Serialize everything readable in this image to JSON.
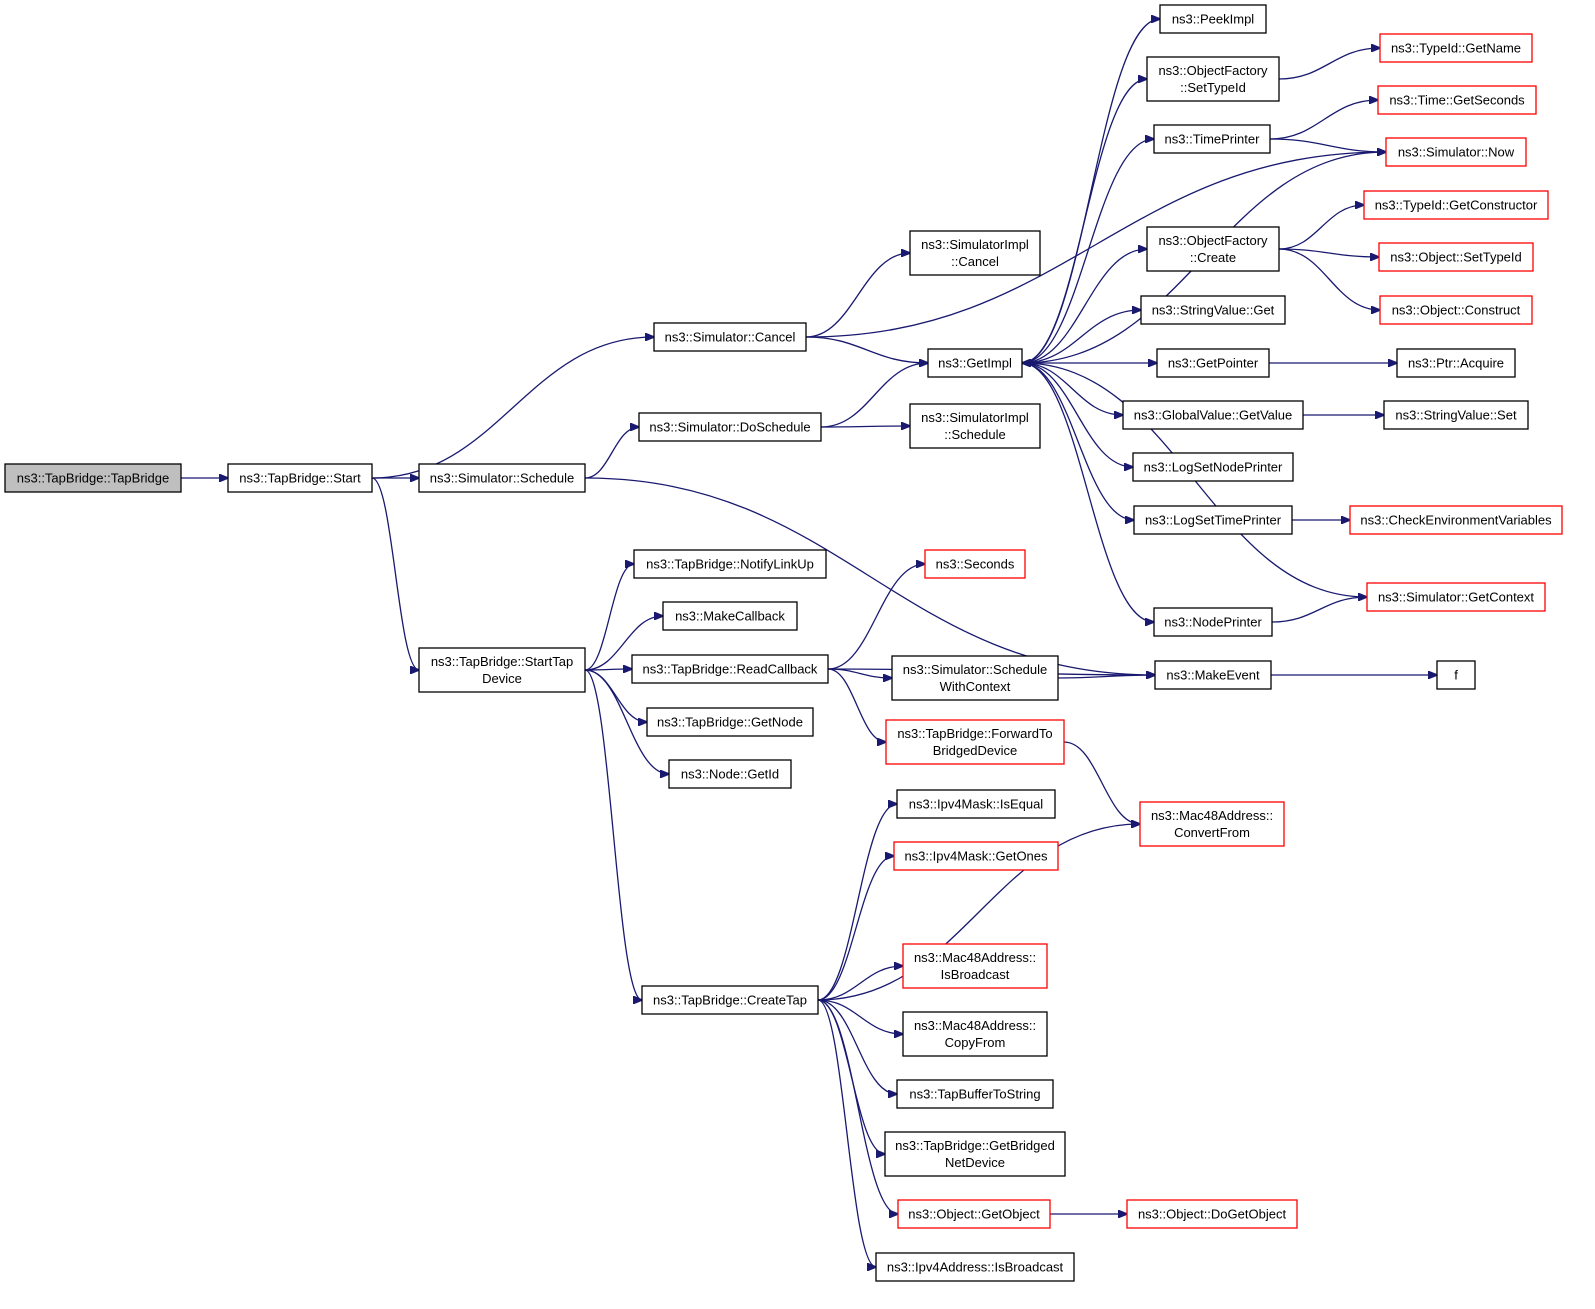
{
  "nodes": [
    {
      "id": "tapbridge_ctor",
      "lines": [
        "ns3::TapBridge::TapBridge"
      ],
      "style": "root"
    },
    {
      "id": "tapbridge_start",
      "lines": [
        "ns3::TapBridge::Start"
      ],
      "style": "black"
    },
    {
      "id": "simulator_schedule",
      "lines": [
        "ns3::Simulator::Schedule"
      ],
      "style": "black"
    },
    {
      "id": "starttapdevice",
      "lines": [
        "ns3::TapBridge::StartTap",
        "Device"
      ],
      "style": "black"
    },
    {
      "id": "simulator_cancel",
      "lines": [
        "ns3::Simulator::Cancel"
      ],
      "style": "black"
    },
    {
      "id": "simulator_doschedule",
      "lines": [
        "ns3::Simulator::DoSchedule"
      ],
      "style": "black"
    },
    {
      "id": "notifylinkup",
      "lines": [
        "ns3::TapBridge::NotifyLinkUp"
      ],
      "style": "black"
    },
    {
      "id": "makecallback",
      "lines": [
        "ns3::MakeCallback"
      ],
      "style": "black"
    },
    {
      "id": "readcallback",
      "lines": [
        "ns3::TapBridge::ReadCallback"
      ],
      "style": "black"
    },
    {
      "id": "getnode",
      "lines": [
        "ns3::TapBridge::GetNode"
      ],
      "style": "black"
    },
    {
      "id": "node_getid",
      "lines": [
        "ns3::Node::GetId"
      ],
      "style": "black"
    },
    {
      "id": "createtap",
      "lines": [
        "ns3::TapBridge::CreateTap"
      ],
      "style": "black"
    },
    {
      "id": "simimpl_cancel",
      "lines": [
        "ns3::SimulatorImpl",
        "::Cancel"
      ],
      "style": "black"
    },
    {
      "id": "getimpl",
      "lines": [
        "ns3::GetImpl"
      ],
      "style": "black"
    },
    {
      "id": "simimpl_schedule",
      "lines": [
        "ns3::SimulatorImpl",
        "::Schedule"
      ],
      "style": "black"
    },
    {
      "id": "seconds",
      "lines": [
        "ns3::Seconds"
      ],
      "style": "red"
    },
    {
      "id": "schedulewithcontext",
      "lines": [
        "ns3::Simulator::Schedule",
        "WithContext"
      ],
      "style": "black"
    },
    {
      "id": "forwardtobridged",
      "lines": [
        "ns3::TapBridge::ForwardTo",
        "BridgedDevice"
      ],
      "style": "red"
    },
    {
      "id": "ipv4mask_isequal",
      "lines": [
        "ns3::Ipv4Mask::IsEqual"
      ],
      "style": "black"
    },
    {
      "id": "ipv4mask_getones",
      "lines": [
        "ns3::Ipv4Mask::GetOnes"
      ],
      "style": "red"
    },
    {
      "id": "mac48_isbroadcast",
      "lines": [
        "ns3::Mac48Address::",
        "IsBroadcast"
      ],
      "style": "red"
    },
    {
      "id": "mac48_copyfrom",
      "lines": [
        "ns3::Mac48Address::",
        "CopyFrom"
      ],
      "style": "black"
    },
    {
      "id": "tapbuffertostring",
      "lines": [
        "ns3::TapBufferToString"
      ],
      "style": "black"
    },
    {
      "id": "getbridgednetdevice",
      "lines": [
        "ns3::TapBridge::GetBridged",
        "NetDevice"
      ],
      "style": "black"
    },
    {
      "id": "object_getobject",
      "lines": [
        "ns3::Object::GetObject"
      ],
      "style": "red"
    },
    {
      "id": "ipv4addr_isbroadcast",
      "lines": [
        "ns3::Ipv4Address::IsBroadcast"
      ],
      "style": "black"
    },
    {
      "id": "peekimpl",
      "lines": [
        "ns3::PeekImpl"
      ],
      "style": "black"
    },
    {
      "id": "objfactory_settypeid",
      "lines": [
        "ns3::ObjectFactory",
        "::SetTypeId"
      ],
      "style": "black"
    },
    {
      "id": "timeprinter",
      "lines": [
        "ns3::TimePrinter"
      ],
      "style": "black"
    },
    {
      "id": "objfactory_create",
      "lines": [
        "ns3::ObjectFactory",
        "::Create"
      ],
      "style": "black"
    },
    {
      "id": "stringvalue_get",
      "lines": [
        "ns3::StringValue::Get"
      ],
      "style": "black"
    },
    {
      "id": "getpointer",
      "lines": [
        "ns3::GetPointer"
      ],
      "style": "black"
    },
    {
      "id": "globalvalue_getvalue",
      "lines": [
        "ns3::GlobalValue::GetValue"
      ],
      "style": "black"
    },
    {
      "id": "logsetnodeprinter",
      "lines": [
        "ns3::LogSetNodePrinter"
      ],
      "style": "black"
    },
    {
      "id": "logsettimeprinter",
      "lines": [
        "ns3::LogSetTimePrinter"
      ],
      "style": "black"
    },
    {
      "id": "nodeprinter",
      "lines": [
        "ns3::NodePrinter"
      ],
      "style": "black"
    },
    {
      "id": "makeevent",
      "lines": [
        "ns3::MakeEvent"
      ],
      "style": "black"
    },
    {
      "id": "mac48_convertfrom",
      "lines": [
        "ns3::Mac48Address::",
        "ConvertFrom"
      ],
      "style": "red"
    },
    {
      "id": "object_dogetobject",
      "lines": [
        "ns3::Object::DoGetObject"
      ],
      "style": "red"
    },
    {
      "id": "typeid_getname",
      "lines": [
        "ns3::TypeId::GetName"
      ],
      "style": "red"
    },
    {
      "id": "time_getseconds",
      "lines": [
        "ns3::Time::GetSeconds"
      ],
      "style": "red"
    },
    {
      "id": "simulator_now",
      "lines": [
        "ns3::Simulator::Now"
      ],
      "style": "red"
    },
    {
      "id": "typeid_getconstructor",
      "lines": [
        "ns3::TypeId::GetConstructor"
      ],
      "style": "red"
    },
    {
      "id": "object_settypeid",
      "lines": [
        "ns3::Object::SetTypeId"
      ],
      "style": "red"
    },
    {
      "id": "object_construct",
      "lines": [
        "ns3::Object::Construct"
      ],
      "style": "red"
    },
    {
      "id": "ptr_acquire",
      "lines": [
        "ns3::Ptr::Acquire"
      ],
      "style": "black"
    },
    {
      "id": "stringvalue_set",
      "lines": [
        "ns3::StringValue::Set"
      ],
      "style": "black"
    },
    {
      "id": "checkenvvars",
      "lines": [
        "ns3::CheckEnvironmentVariables"
      ],
      "style": "red"
    },
    {
      "id": "simulator_getcontext",
      "lines": [
        "ns3::Simulator::GetContext"
      ],
      "style": "red"
    },
    {
      "id": "f",
      "lines": [
        "f"
      ],
      "style": "black"
    }
  ],
  "edges": [
    [
      "tapbridge_ctor",
      "tapbridge_start"
    ],
    [
      "tapbridge_start",
      "simulator_cancel"
    ],
    [
      "tapbridge_start",
      "simulator_schedule"
    ],
    [
      "tapbridge_start",
      "starttapdevice"
    ],
    [
      "simulator_cancel",
      "simimpl_cancel"
    ],
    [
      "simulator_cancel",
      "getimpl"
    ],
    [
      "simulator_cancel",
      "simulator_now"
    ],
    [
      "simulator_schedule",
      "simulator_doschedule"
    ],
    [
      "simulator_schedule",
      "makeevent"
    ],
    [
      "simulator_doschedule",
      "getimpl"
    ],
    [
      "simulator_doschedule",
      "simimpl_schedule"
    ],
    [
      "starttapdevice",
      "notifylinkup"
    ],
    [
      "starttapdevice",
      "makecallback"
    ],
    [
      "starttapdevice",
      "readcallback"
    ],
    [
      "starttapdevice",
      "getnode"
    ],
    [
      "starttapdevice",
      "node_getid"
    ],
    [
      "starttapdevice",
      "createtap"
    ],
    [
      "readcallback",
      "seconds"
    ],
    [
      "readcallback",
      "makeevent"
    ],
    [
      "readcallback",
      "schedulewithcontext"
    ],
    [
      "readcallback",
      "forwardtobridged"
    ],
    [
      "schedulewithcontext",
      "makeevent"
    ],
    [
      "forwardtobridged",
      "mac48_convertfrom"
    ],
    [
      "createtap",
      "ipv4mask_isequal"
    ],
    [
      "createtap",
      "ipv4mask_getones"
    ],
    [
      "createtap",
      "mac48_convertfrom"
    ],
    [
      "createtap",
      "mac48_isbroadcast"
    ],
    [
      "createtap",
      "mac48_copyfrom"
    ],
    [
      "createtap",
      "tapbuffertostring"
    ],
    [
      "createtap",
      "getbridgednetdevice"
    ],
    [
      "createtap",
      "object_getobject"
    ],
    [
      "createtap",
      "ipv4addr_isbroadcast"
    ],
    [
      "object_getobject",
      "object_dogetobject"
    ],
    [
      "getimpl",
      "peekimpl"
    ],
    [
      "getimpl",
      "objfactory_settypeid"
    ],
    [
      "getimpl",
      "timeprinter"
    ],
    [
      "getimpl",
      "objfactory_create"
    ],
    [
      "getimpl",
      "stringvalue_get"
    ],
    [
      "getimpl",
      "getpointer"
    ],
    [
      "getimpl",
      "globalvalue_getvalue"
    ],
    [
      "getimpl",
      "logsetnodeprinter"
    ],
    [
      "getimpl",
      "logsettimeprinter"
    ],
    [
      "getimpl",
      "nodeprinter"
    ],
    [
      "objfactory_settypeid",
      "typeid_getname"
    ],
    [
      "timeprinter",
      "time_getseconds"
    ],
    [
      "timeprinter",
      "simulator_now"
    ],
    [
      "objfactory_create",
      "typeid_getconstructor"
    ],
    [
      "objfactory_create",
      "object_settypeid"
    ],
    [
      "objfactory_create",
      "object_construct"
    ],
    [
      "getpointer",
      "ptr_acquire"
    ],
    [
      "globalvalue_getvalue",
      "stringvalue_set"
    ],
    [
      "logsettimeprinter",
      "checkenvvars"
    ],
    [
      "nodeprinter",
      "simulator_getcontext"
    ],
    [
      "simulator_getcontext",
      "getimpl"
    ],
    [
      "simulator_now",
      "getimpl"
    ],
    [
      "makeevent",
      "f"
    ]
  ]
}
